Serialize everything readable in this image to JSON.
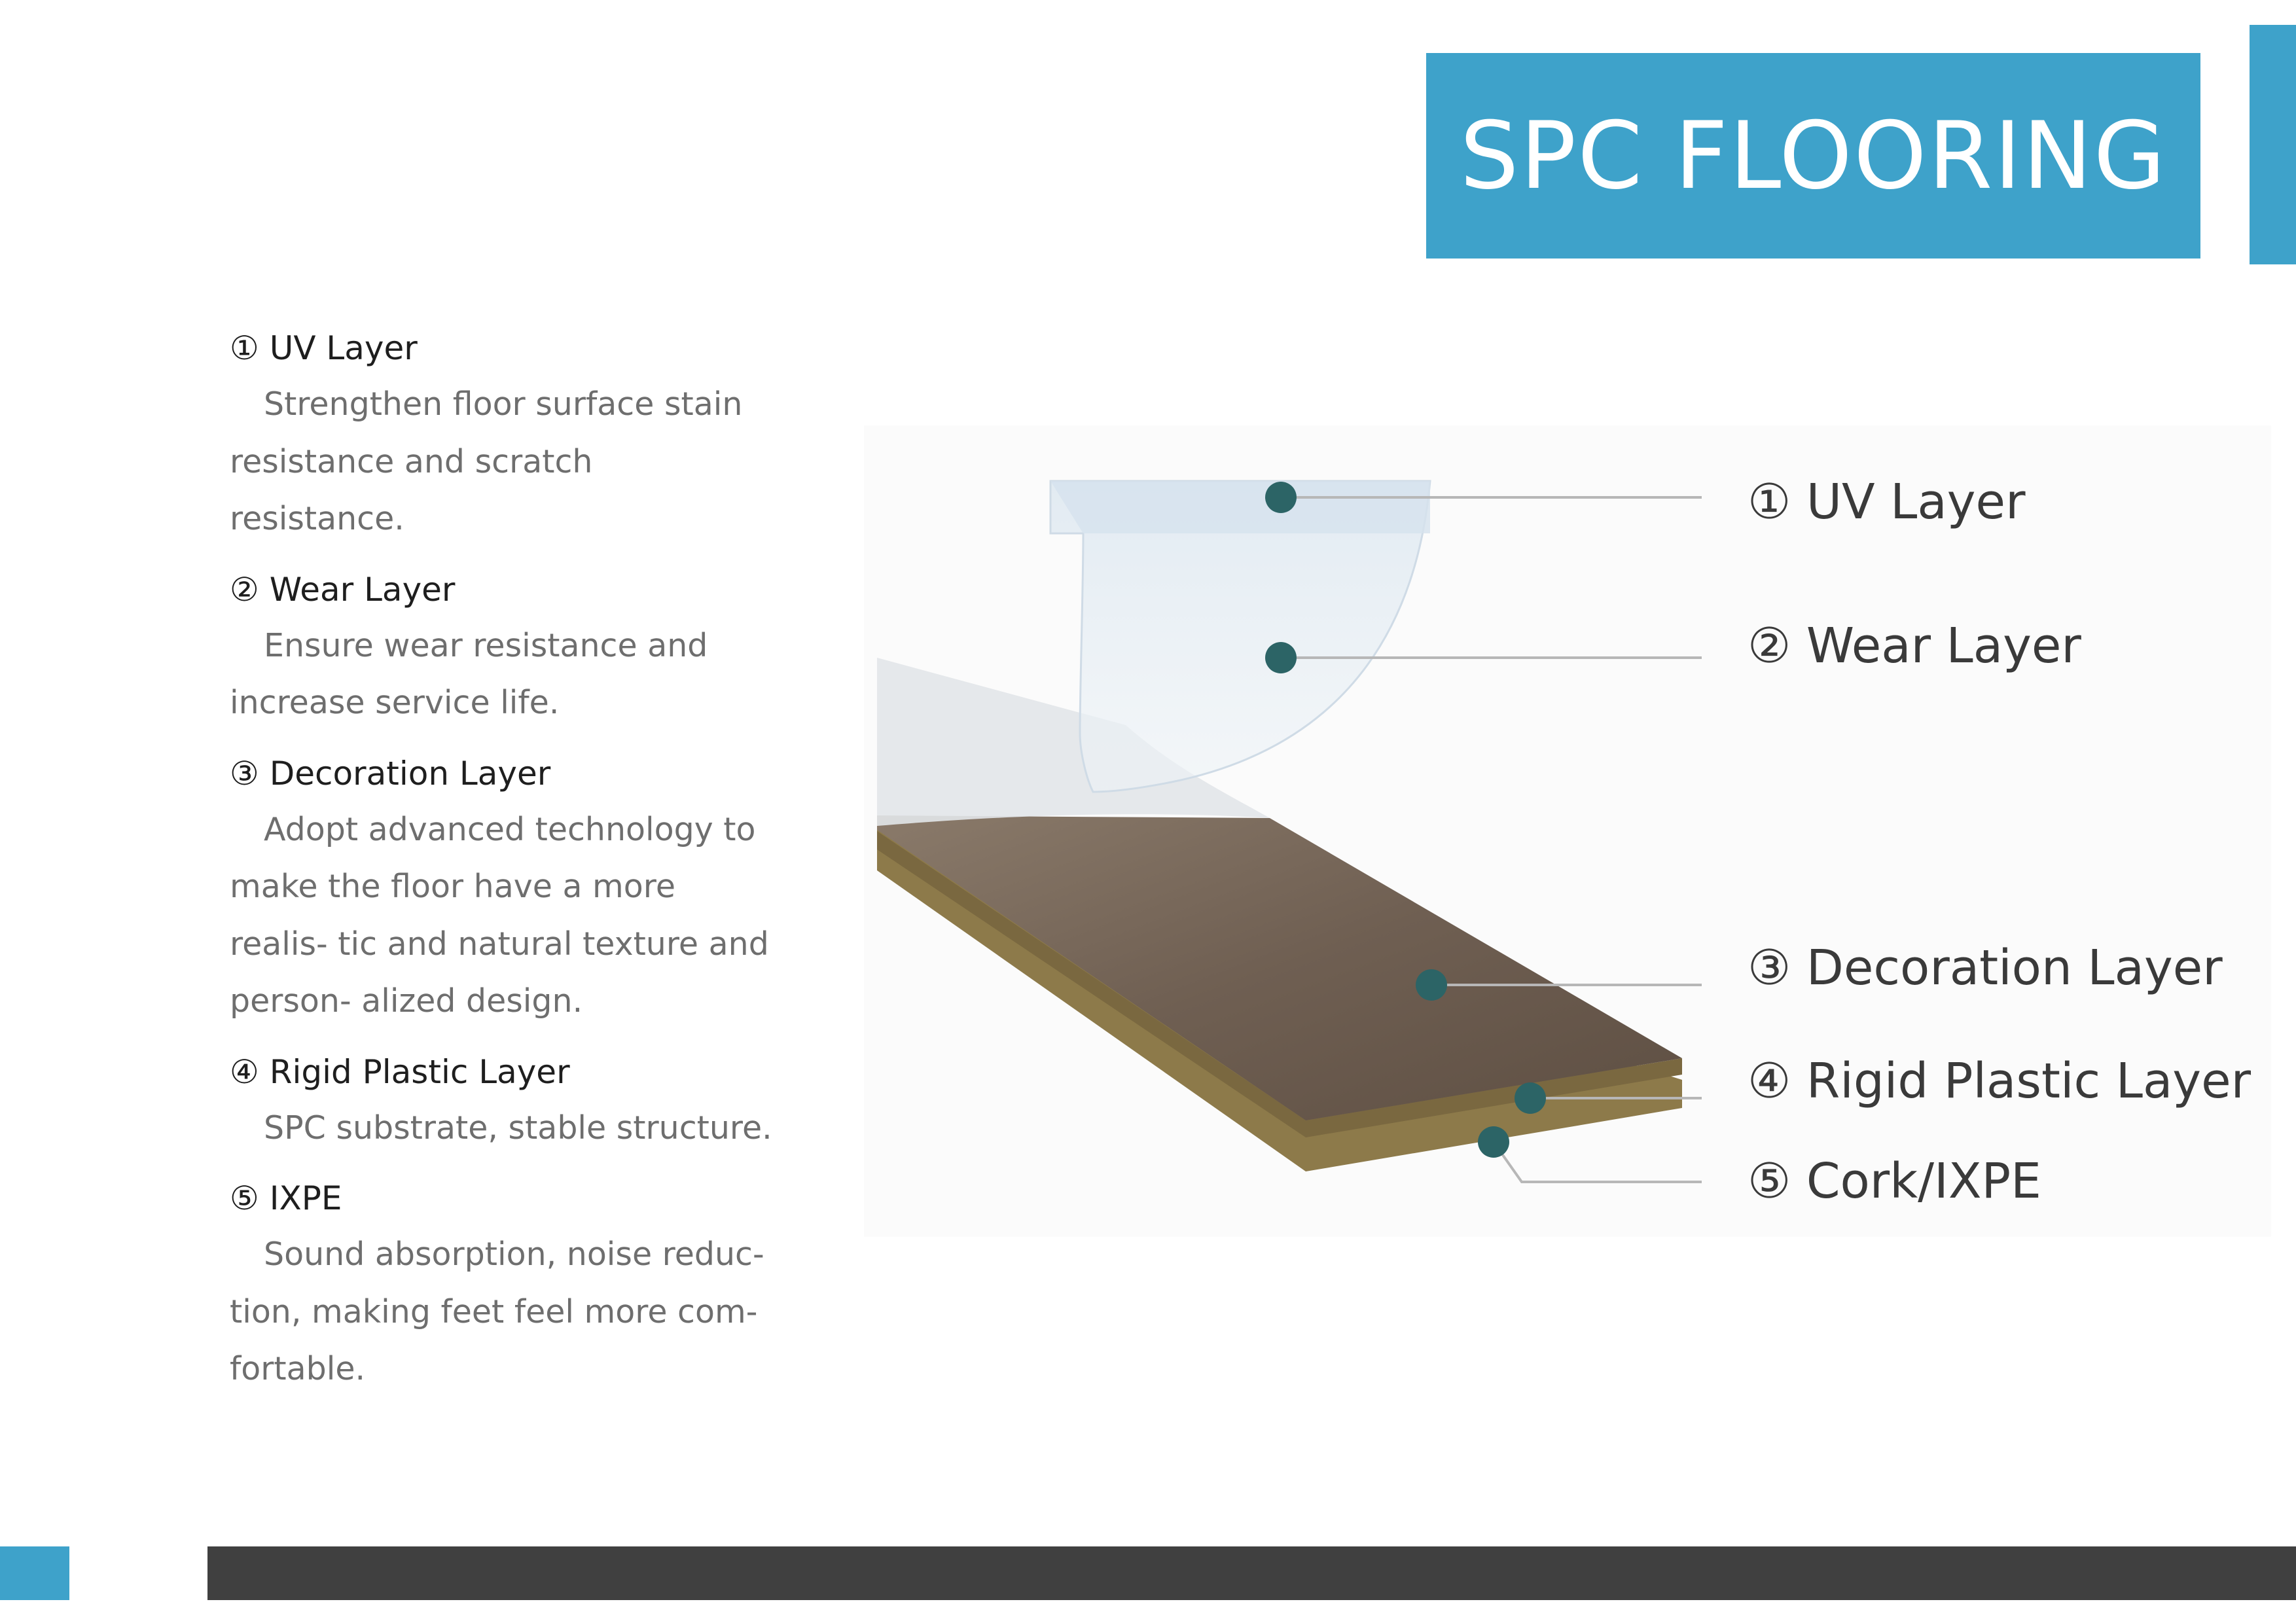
{
  "title": "SPC FLOORING",
  "colors": {
    "accent": "#3ea2ca",
    "footer": "#404040",
    "dot": "#2c6466"
  },
  "layers": [
    {
      "head": "① UV Layer",
      "desc": "Strengthen floor surface stain resistance and scratch resistance."
    },
    {
      "head": "② Wear Layer",
      "desc": "Ensure wear resistance and increase service life."
    },
    {
      "head": "③ Decoration Layer",
      "desc": "Adopt advanced technology to make the floor have a more realis- tic and natural texture and person- alized design."
    },
    {
      "head": "④ Rigid Plastic Layer",
      "desc": "SPC substrate, stable structure."
    },
    {
      "head": "⑤ IXPE",
      "desc": "Sound absorption, noise reduc- tion, making feet feel more com- fortable."
    }
  ],
  "diagram": {
    "labels": [
      "① UV Layer",
      "② Wear Layer",
      "③ Decoration Layer",
      "④ Rigid Plastic Layer",
      "⑤ Cork/IXPE"
    ]
  }
}
